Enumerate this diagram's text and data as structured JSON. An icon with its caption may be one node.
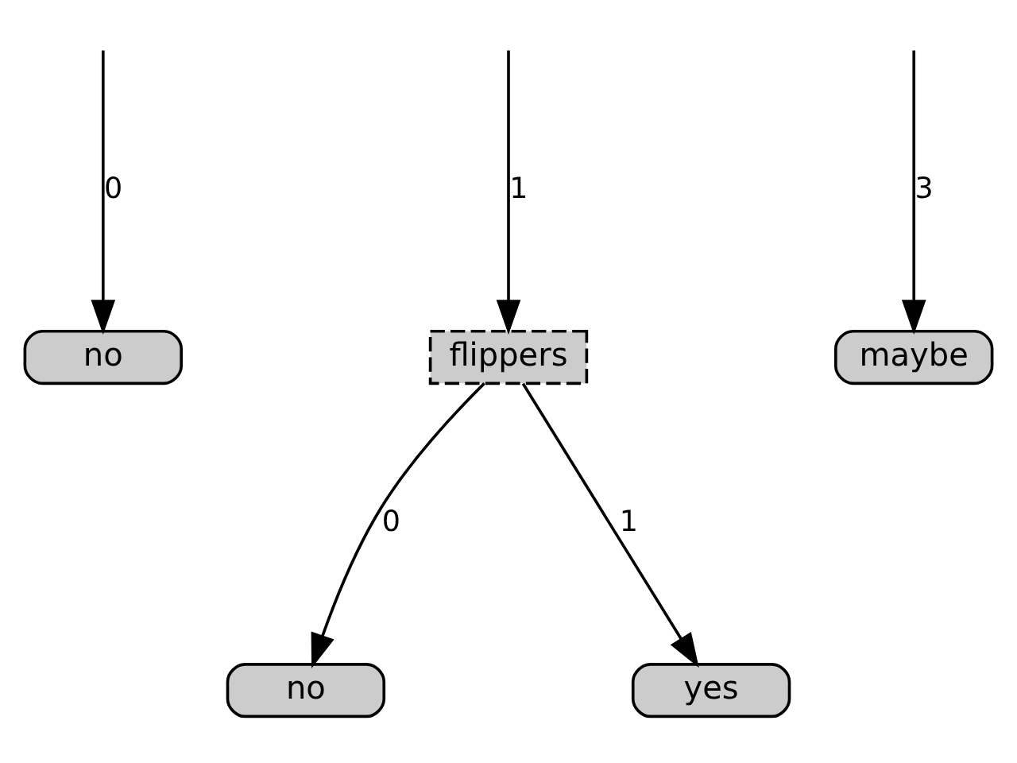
{
  "diagram": {
    "nodes": [
      {
        "text": [
          "no"
        ]
      },
      {
        "text": [
          "flippers"
        ]
      },
      {
        "text": [
          "maybe"
        ]
      },
      {
        "text": [
          "no"
        ]
      },
      {
        "text": [
          "yes"
        ]
      }
    ],
    "edges": [
      {
        "from": null,
        "to": 0,
        "arrow": "to",
        "label": "0"
      },
      {
        "from": null,
        "to": 1,
        "arrow": "to",
        "label": "1"
      },
      {
        "from": null,
        "to": 2,
        "arrow": "to",
        "label": "3"
      },
      {
        "from": 1,
        "to": 3,
        "arrow": "to",
        "label": "0"
      },
      {
        "from": 1,
        "to": 4,
        "arrow": "to",
        "label": "1"
      }
    ]
  }
}
